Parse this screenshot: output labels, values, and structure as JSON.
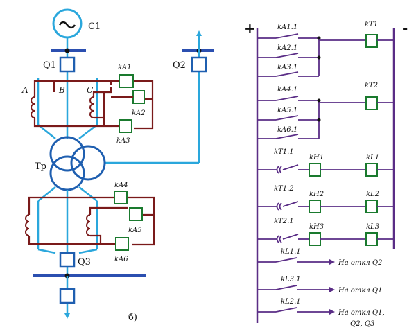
{
  "left": {
    "generator": "C1",
    "breaker_top": "Q1",
    "breaker_side": "Q2",
    "breaker_bottom": "Q3",
    "phases": [
      "A",
      "B",
      "C"
    ],
    "transformer": "Тр",
    "relays_top": [
      "kA1",
      "kA2",
      "kA3"
    ],
    "relays_bottom": [
      "kA4",
      "kA5",
      "kA6"
    ],
    "subfigure": "б)"
  },
  "right": {
    "plus": "+",
    "minus": "-",
    "contacts_group1": [
      "kA1.1",
      "kA2.1",
      "kA3.1"
    ],
    "contacts_group2": [
      "kA4.1",
      "kA5.1",
      "kA6.1"
    ],
    "timers": [
      "kT1",
      "kT2"
    ],
    "timed_contacts": [
      "kT1.1",
      "kT1.2",
      "kT2.1"
    ],
    "indicators": [
      "kH1",
      "kH2",
      "kH3"
    ],
    "output_relays": [
      "kL1",
      "kL2",
      "kL3"
    ],
    "output_contacts": [
      "kL1.1",
      "kL3.1",
      "kL2.1"
    ],
    "actions": [
      "На откл Q2",
      "На откл Q1",
      "На откл Q1,",
      "Q2, Q3"
    ]
  }
}
